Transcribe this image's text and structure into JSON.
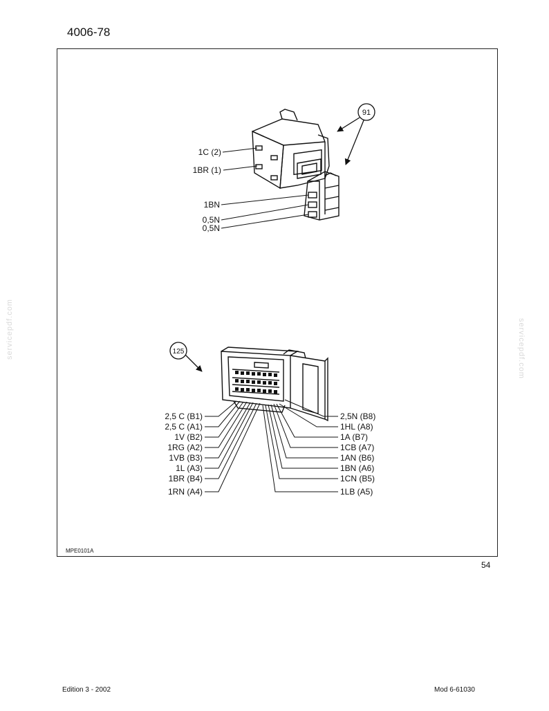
{
  "header": {
    "code": "4006-78"
  },
  "figure": {
    "code": "MPE0101A",
    "connector_91": {
      "callout": "91",
      "labels": [
        "1C (2)",
        "1BR (1)",
        "1BN",
        "0,5N",
        "0,5N"
      ]
    },
    "connector_125": {
      "callout": "125",
      "left_labels": [
        "2,5 C (B1)",
        "2,5 C (A1)",
        "1V (B2)",
        "1RG (A2)",
        "1VB (B3)",
        "1L (A3)",
        "1BR (B4)",
        "1RN (A4)"
      ],
      "right_labels": [
        "2,5N (B8)",
        "1HL (A8)",
        "1A (B7)",
        "1CB (A7)",
        "1AN (B6)",
        "1BN (A6)",
        "1CN (B5)",
        "1LB (A5)"
      ]
    }
  },
  "page_number": "54",
  "watermark": "servicepdf.com",
  "footer": {
    "edition": "Edition 3 - 2002",
    "model": "Mod 6-61030"
  }
}
